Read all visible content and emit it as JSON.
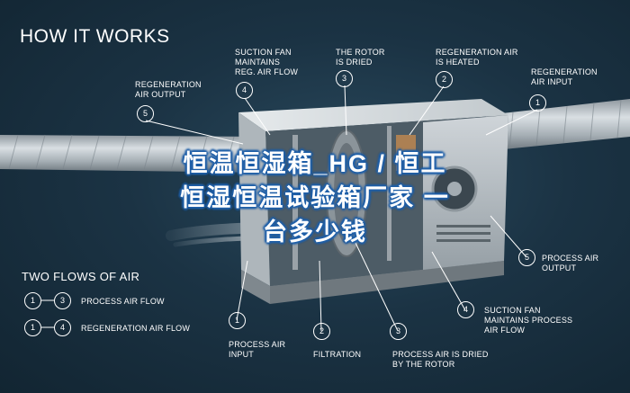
{
  "title": "HOW IT WORKS",
  "overlay_text": [
    "恒温恒湿箱_HG / 恒工",
    "恒湿恒温试验箱厂家 一",
    "台多少钱"
  ],
  "markers": {
    "m1_top": "1",
    "m2_top": "2",
    "m3_top": "3",
    "m4_top": "4",
    "m5_top": "5",
    "m1_bottom": "1",
    "m2_bottom": "2",
    "m3_bottom": "3",
    "m4_bottom": "4",
    "m5_bottom": "5"
  },
  "labels": {
    "regeneration_air_output": [
      "REGENERATION",
      "AIR OUTPUT"
    ],
    "suction_fan_reg": [
      "SUCTION FAN",
      "MAINTAINS",
      "REG. AIR FLOW"
    ],
    "rotor_dried": [
      "THE ROTOR",
      "IS DRIED"
    ],
    "regeneration_heated": [
      "REGENERATION AIR",
      "IS HEATED"
    ],
    "regeneration_air_input": [
      "REGENERATION",
      "AIR INPUT"
    ],
    "process_air_output": [
      "PROCESS AIR",
      "OUTPUT"
    ],
    "suction_fan_process": [
      "SUCTION FAN",
      "MAINTAINS PROCESS",
      "AIR FLOW"
    ],
    "process_air_input": [
      "PROCESS AIR",
      "INPUT"
    ],
    "filtration": [
      "FILTRATION"
    ],
    "process_air_dried": [
      "PROCESS AIR IS DRIED",
      "BY THE ROTOR"
    ]
  },
  "legend": {
    "title": "TWO FLOWS OF AIR",
    "rows": [
      {
        "from": "1",
        "to": "3",
        "text": "PROCESS AIR FLOW"
      },
      {
        "from": "1",
        "to": "4",
        "text": "REGENERATION AIR FLOW"
      }
    ]
  },
  "colors": {
    "background": "#1b3344",
    "text": "#ffffff",
    "overlay_outline": "#1f5fa8",
    "duct": "#a9b3ba",
    "unit": "#cfd5d9"
  }
}
